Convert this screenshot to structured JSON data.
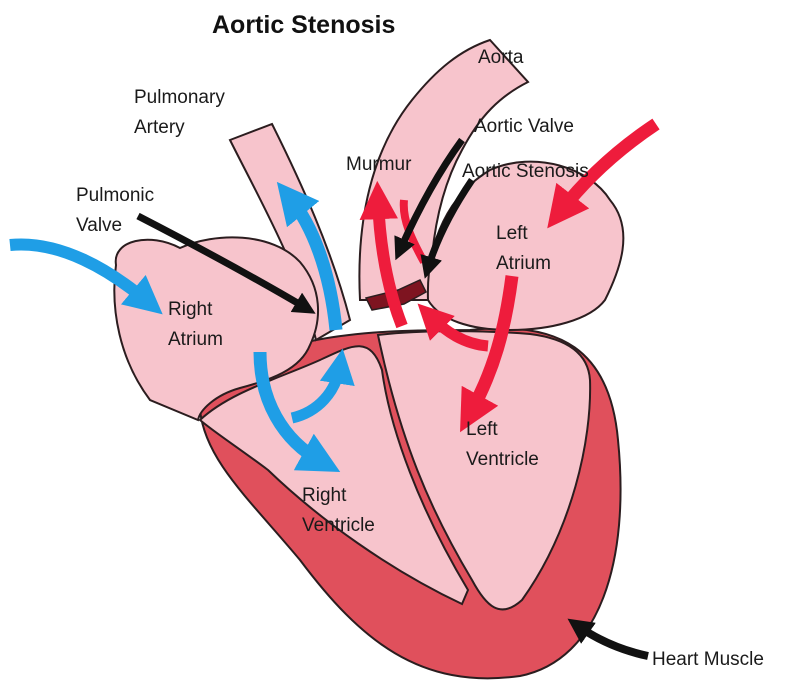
{
  "title": "Aortic Stenosis",
  "labels": {
    "aorta": "Aorta",
    "pulmonary_artery_1": "Pulmonary",
    "pulmonary_artery_2": "Artery",
    "aortic_valve": "Aortic Valve",
    "murmur": "Murmur",
    "aortic_stenosis": "Aortic Stenosis",
    "pulmonic_valve_1": "Pulmonic",
    "pulmonic_valve_2": "Valve",
    "left_atrium_1": "Left",
    "left_atrium_2": "Atrium",
    "right_atrium_1": "Right",
    "right_atrium_2": "Atrium",
    "left_ventricle_1": "Left",
    "left_ventricle_2": "Ventricle",
    "right_ventricle_1": "Right",
    "right_ventricle_2": "Ventricle",
    "heart_muscle": "Heart Muscle"
  },
  "colors": {
    "chamber_fill": "#f7c4cc",
    "muscle": "#e0505c",
    "outline": "#2b1d1f",
    "deoxygenated_flow": "#1f9ee6",
    "oxygenated_flow": "#ee1c3c",
    "pointer": "#111111",
    "stenosis_valve": "#7e1420"
  }
}
